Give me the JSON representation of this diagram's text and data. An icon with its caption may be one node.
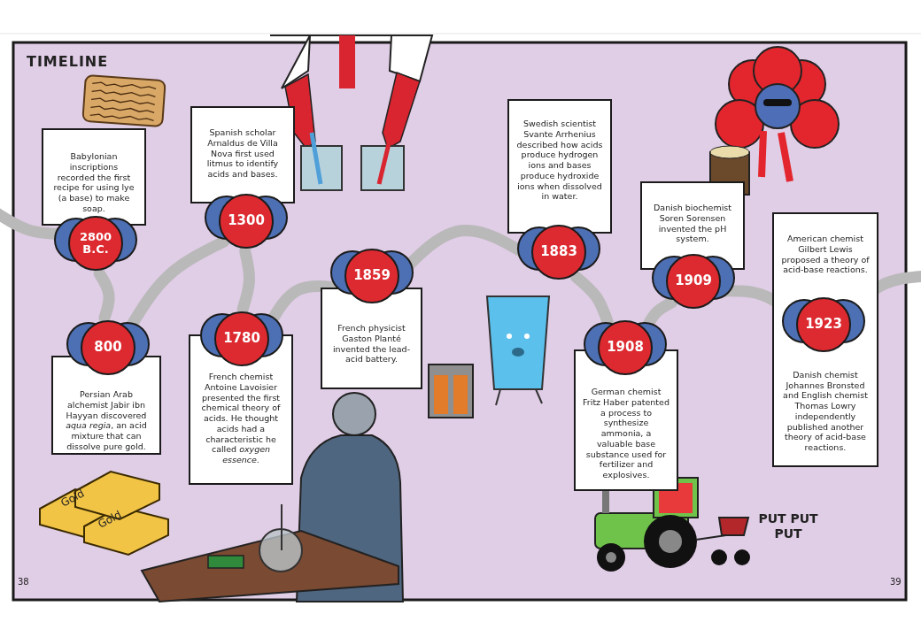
{
  "diagram": {
    "title": "TIMELINE",
    "nodes": [
      {
        "text": [
          "Babylonian inscriptions recorded the first recipe for using lye (a base) to make soap."
        ]
      },
      {
        "text": [
          "2800 B.C."
        ]
      },
      {
        "text": [
          "Spanish scholar Arnaldus de Villa Nova first used litmus to identify acids and bases."
        ]
      },
      {
        "text": [
          "1300"
        ]
      },
      {
        "text": [
          "Persian Arab alchemist Jabir ibn Hayyan discovered *aqua regia*, an acid mixture that can dissolve pure gold."
        ]
      },
      {
        "text": [
          "800"
        ]
      },
      {
        "text": [
          "French chemist Antoine Lavoisier presented the first chemical theory of acids. He thought acids had a characteristic he called *oxygen essence*."
        ]
      },
      {
        "text": [
          "1780"
        ]
      },
      {
        "text": [
          "1859"
        ]
      },
      {
        "text": [
          "French physicist Gaston Planté invented the lead-acid battery."
        ]
      },
      {
        "text": [
          "Swedish scientist Svante Arrhenius described how acids produce hydrogen ions and bases produce hydroxide ions when dissolved in water."
        ]
      },
      {
        "text": [
          "1883"
        ]
      },
      {
        "text": [
          "1908"
        ]
      },
      {
        "text": [
          "German chemist Fritz Haber patented a process to synthesize ammonia, a valuable base substance used for fertilizer and explosives."
        ]
      },
      {
        "text": [
          "Danish biochemist Soren Sorensen invented the pH system."
        ]
      },
      {
        "text": [
          "1909"
        ]
      },
      {
        "text": [
          "American chemist Gilbert Lewis proposed a theory of acid-base reactions.",
          "Danish chemist Johannes Bronsted and English chemist Thomas Lowry independently published another theory of acid-base reactions."
        ]
      },
      {
        "text": [
          "1923"
        ],
        "in": 16
      }
    ],
    "edges": [
      {
        "from": null,
        "to": 1,
        "arrow": "none"
      },
      {
        "from": 1,
        "to": 5,
        "arrow": "none"
      },
      {
        "from": 5,
        "to": 3,
        "arrow": "none"
      },
      {
        "from": 3,
        "to": 7,
        "arrow": "none"
      },
      {
        "from": 7,
        "to": 8,
        "arrow": "none"
      },
      {
        "from": 8,
        "to": 11,
        "arrow": "none"
      },
      {
        "from": 11,
        "to": 12,
        "arrow": "none"
      },
      {
        "from": 12,
        "to": 15,
        "arrow": "none"
      },
      {
        "from": 15,
        "to": 17,
        "arrow": "none"
      },
      {
        "from": 17,
        "to": null,
        "arrow": "none"
      }
    ],
    "labels": [
      "Gold",
      "Gold",
      "PUT PUT PUT",
      "38",
      "39"
    ]
  }
}
